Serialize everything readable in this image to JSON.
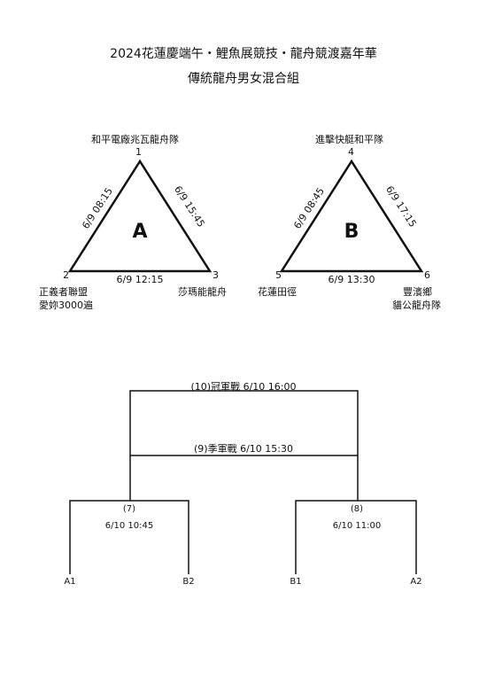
{
  "title": {
    "line1": "2024花蓮慶端午・鯉魚展競技・龍舟競渡嘉年華",
    "line2": "傳統龍舟男女混合組"
  },
  "group_a": {
    "letter": "A",
    "team1_num": "1",
    "team1_name": "和平電廠兆瓦龍舟隊",
    "team2_num": "2",
    "team2_name_line1": "正義者聯盟",
    "team2_name_line2": "愛妳3000遍",
    "team3_num": "3",
    "team3_name": "莎瑪能龍舟",
    "edge_left": "6/9 08:15",
    "edge_right": "6/9 15:45",
    "edge_bottom": "6/9  12:15"
  },
  "group_b": {
    "letter": "B",
    "team4_num": "4",
    "team4_name": "進擊快艇和平隊",
    "team5_num": "5",
    "team5_name": "花蓮田徑",
    "team6_num": "6",
    "team6_name_line1": "豐濱鄉",
    "team6_name_line2": "貓公龍舟隊",
    "edge_left": "6/9 08:45",
    "edge_right": "6/9 17:15",
    "edge_bottom": "6/9  13:30"
  },
  "bracket": {
    "final": "(10)冠軍戰  6/10  16:00",
    "third": "(9)季軍戰  6/10  15:30",
    "semi1_num": "(7)",
    "semi1_time": "6/10  10:45",
    "semi2_num": "(8)",
    "semi2_time": "6/10  11:00",
    "seed_a1": "A1",
    "seed_b2": "B2",
    "seed_b1": "B1",
    "seed_a2": "A2"
  }
}
